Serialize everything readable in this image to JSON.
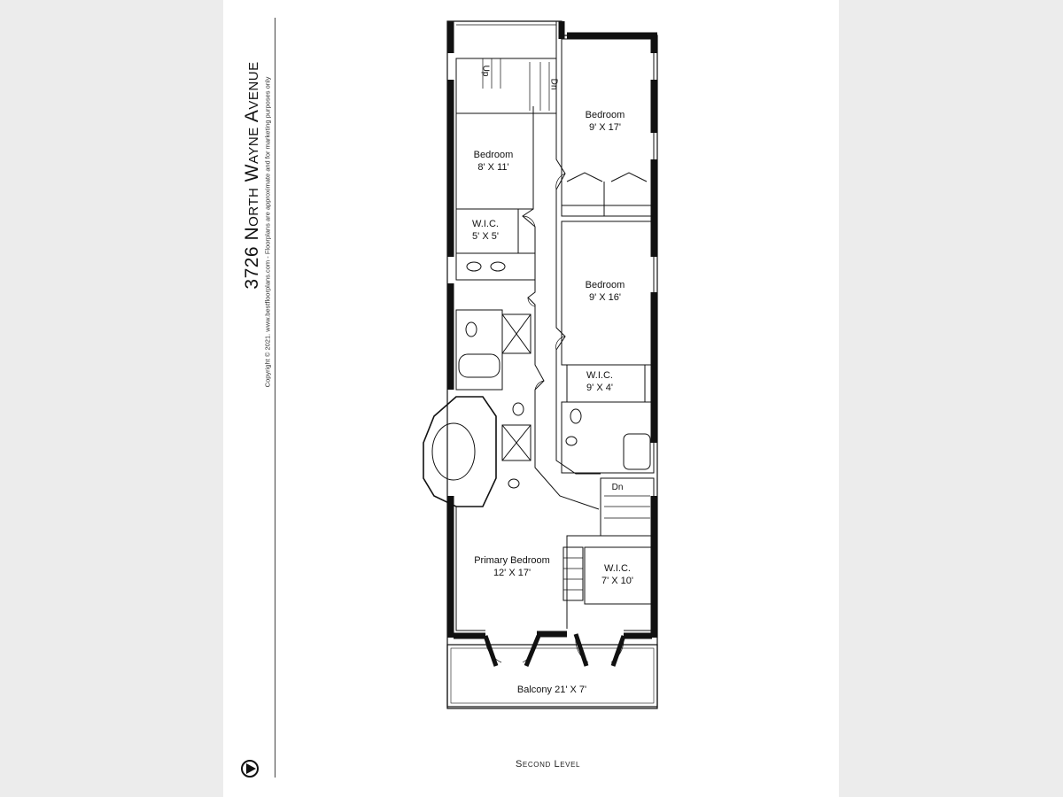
{
  "header": {
    "address": "3726 North Wayne Avenue",
    "copyright": "Copyright © 2021. www.bestfloorplans.com - Floorplans are approximate and for marketing purposes only"
  },
  "footer": {
    "level": "Second Level"
  },
  "rooms": [
    {
      "name": "Bedroom",
      "dims": "9' X 17'"
    },
    {
      "name": "Bedroom",
      "dims": "8' X 11'"
    },
    {
      "name": "W.I.C.",
      "dims": "5' X 5'"
    },
    {
      "name": "Bedroom",
      "dims": "9' X 16'"
    },
    {
      "name": "W.I.C.",
      "dims": "9' X 4'"
    },
    {
      "name": "Primary Bedroom",
      "dims": "12' X 17'"
    },
    {
      "name": "W.I.C.",
      "dims": "7' X 10'"
    },
    {
      "name": "Balcony 21' X 7'",
      "dims": ""
    }
  ],
  "stairs": {
    "up_label": "Up",
    "down_label": "Dn"
  },
  "icons": {
    "north": "north-arrow-icon"
  }
}
